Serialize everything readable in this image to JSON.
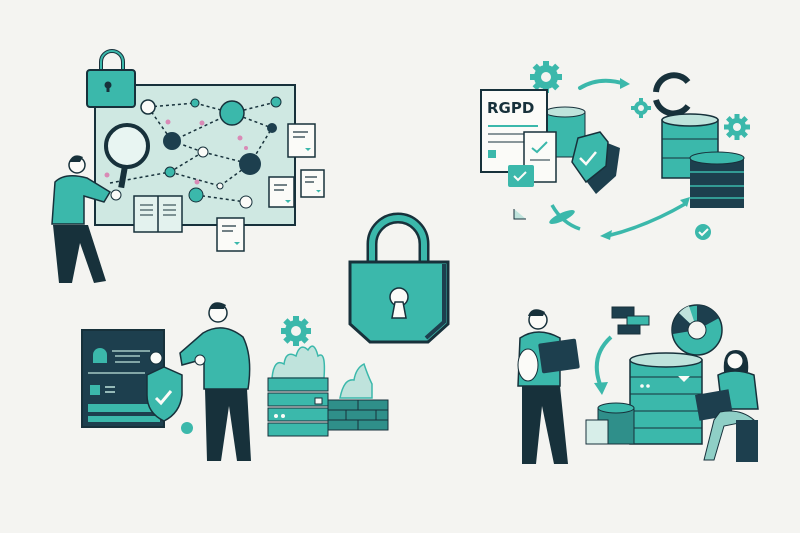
{
  "scene": {
    "title": "Data protection & cybersecurity illustration",
    "background": "#f4f4f1"
  },
  "colors": {
    "teal": "#3bb8ab",
    "teal_light": "#bfe3dc",
    "teal_pale": "#d7eee9",
    "navy": "#1d3f4e",
    "ink": "#17313b",
    "pink": "#d98ab6",
    "paper": "#fbfbf8"
  },
  "panels": {
    "network_analysis": {
      "label": "network-analysis-scene",
      "icons": [
        "padlock-icon",
        "magnifier-icon",
        "document-icon",
        "book-icon"
      ]
    },
    "gdpr_cycle": {
      "label": "gdpr-compliance-cycle",
      "document_title": "RGPD",
      "icons": [
        "gear-icon",
        "sync-icon",
        "database-icon",
        "shield-check-icon",
        "check-badge-icon"
      ]
    },
    "central_lock": {
      "label": "central-padlock"
    },
    "firewall": {
      "label": "firewall-protection-scene",
      "icons": [
        "shield-wrench-icon",
        "gear-icon",
        "server-icon",
        "brick-wall-icon",
        "flame-icon"
      ]
    },
    "data_management": {
      "label": "data-management-scene",
      "icons": [
        "pie-chart-icon",
        "database-icon",
        "tablet-icon",
        "laptop-icon",
        "arrow-down-icon"
      ]
    }
  }
}
